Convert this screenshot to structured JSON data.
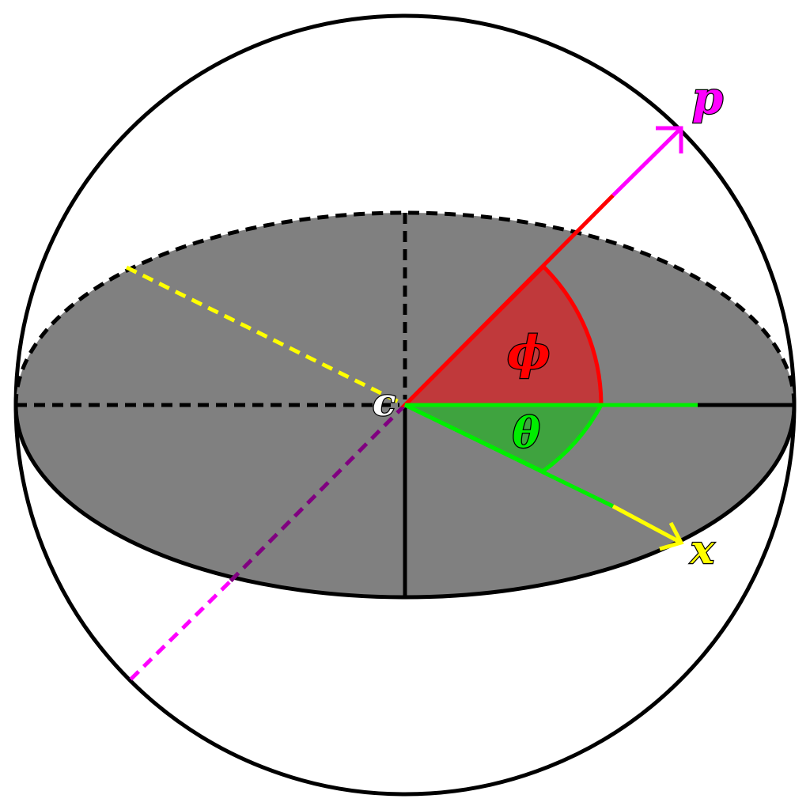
{
  "labels": {
    "center": "c",
    "point": "p",
    "axis": "x",
    "polar_angle": "ϕ",
    "azimuth_angle": "θ"
  },
  "colors": {
    "background": "#ffffff",
    "outline": "#000000",
    "disc_fill": "#808080",
    "p_vector": "#ff00ff",
    "p_projection": "#ff0000",
    "x_axis": "#ffff00",
    "x_projection": "#00ee00",
    "phi_sector": "#c0393b",
    "theta_sector": "#3fa33f",
    "back_diagonal": "#800080",
    "center_label": "#ffffff"
  },
  "icons": {
    "p_arrowhead": "arrowhead-icon",
    "x_arrowhead": "arrowhead-icon"
  }
}
